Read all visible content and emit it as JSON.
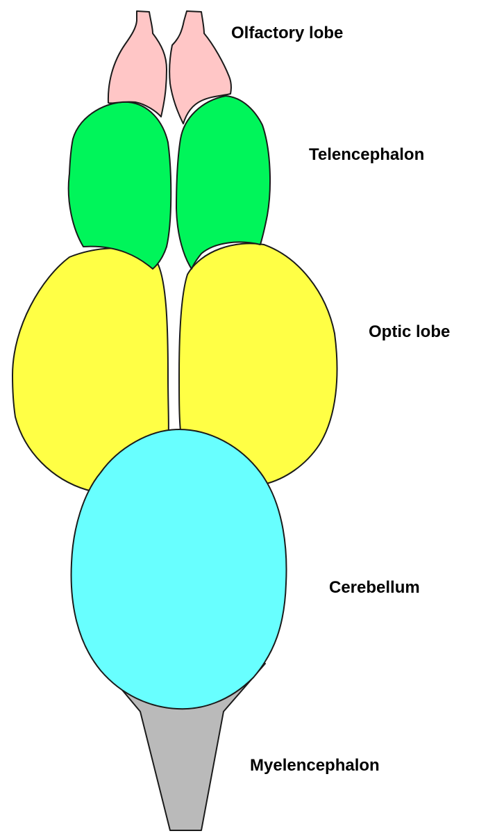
{
  "diagram": {
    "colors": {
      "olfactory_lobe": "#ffc6c6",
      "telencephalon": "#00f55a",
      "optic_lobe": "#ffff45",
      "cerebellum": "#68ffff",
      "myelencephalon": "#bababa",
      "outline": "#1a1a1a"
    },
    "labels": {
      "olfactory_lobe": "Olfactory lobe",
      "telencephalon": "Telencephalon",
      "optic_lobe": "Optic lobe",
      "cerebellum": "Cerebellum",
      "myelencephalon": "Myelencephalon"
    }
  }
}
